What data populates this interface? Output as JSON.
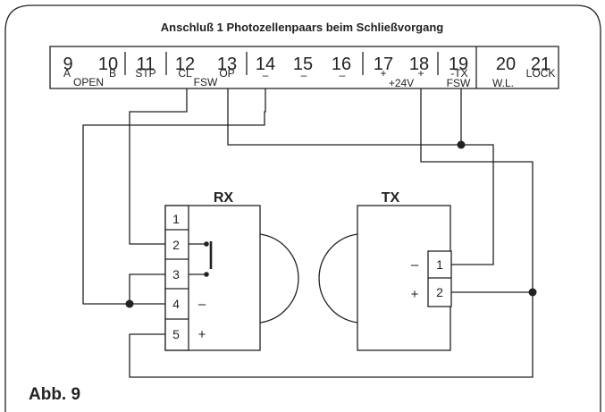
{
  "title": "Anschluß 1 Photozellenpaars beim Schließvorgang",
  "figure_label": "Abb. 9",
  "terminals": [
    {
      "num": "9",
      "sub": "A"
    },
    {
      "num": "10",
      "sub": "B"
    },
    {
      "num": "11",
      "sub": "STP"
    },
    {
      "num": "12",
      "sub": "CL"
    },
    {
      "num": "13",
      "sub": "OP"
    },
    {
      "num": "14",
      "sub": "–"
    },
    {
      "num": "15",
      "sub": "–"
    },
    {
      "num": "16",
      "sub": "–"
    },
    {
      "num": "17",
      "sub": "+"
    },
    {
      "num": "18",
      "sub": "+"
    },
    {
      "num": "19",
      "sub": "-TX"
    },
    {
      "num": "20",
      "sub": ""
    },
    {
      "num": "21",
      "sub": "LOCK"
    }
  ],
  "group_labels": {
    "open": "OPEN",
    "fsw": "FSW",
    "v24": "+24V",
    "fsw2": "FSW",
    "wl": "W.L."
  },
  "rx": {
    "title": "RX",
    "pins": [
      "1",
      "2",
      "3",
      "4",
      "5"
    ],
    "minus": "–",
    "plus": "+"
  },
  "tx": {
    "title": "TX",
    "pins": [
      "1",
      "2"
    ],
    "minus": "–",
    "plus": "+"
  }
}
